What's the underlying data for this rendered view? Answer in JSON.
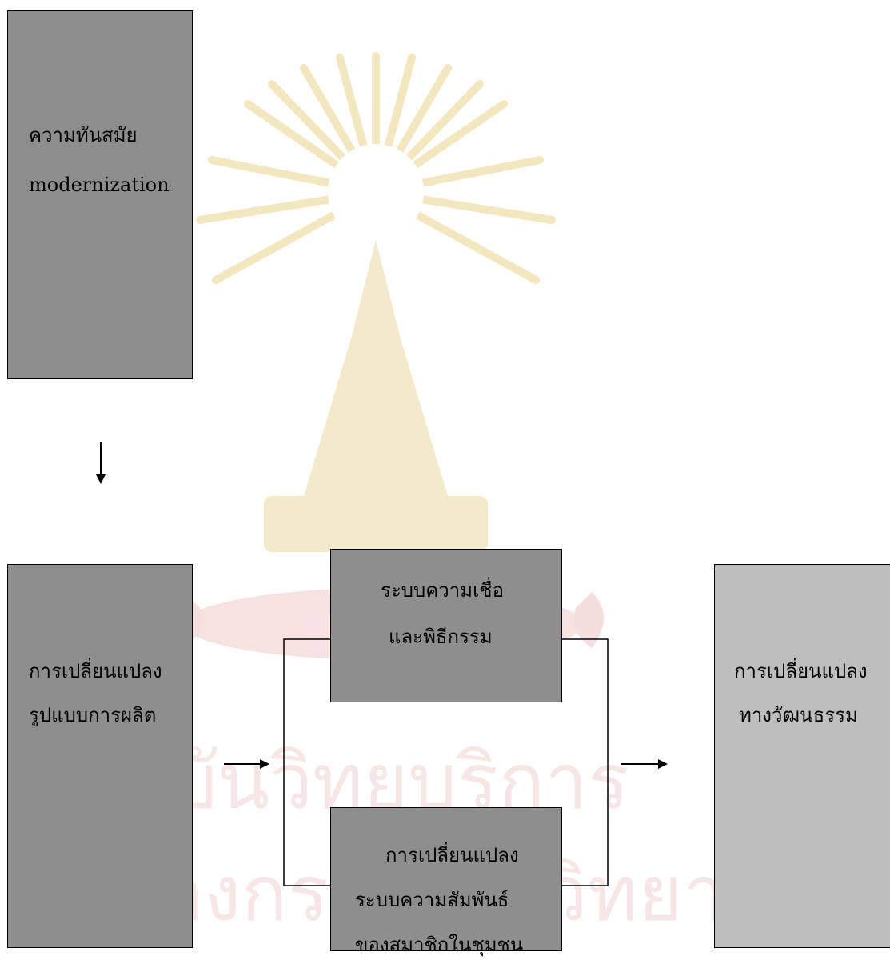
{
  "watermark": {
    "line1": "สถาบันวิทยบริการ",
    "line2": "จุฬาลงกรณ์มหาวิทยาลัย"
  },
  "nodes": {
    "modernization": {
      "line1": "ความทันสมัย",
      "line2": "modernization"
    },
    "production_change": {
      "line1": "การเปลี่ยนแปลง",
      "line2": "รูปแบบการผลิต"
    },
    "belief_ritual": {
      "line1": "ระบบความเชื่อ",
      "line2": "และพิธีกรรม"
    },
    "relationship_change": {
      "line1": "การเปลี่ยนแปลง",
      "line2": "ระบบความสัมพันธ์",
      "line3": "ของสมาชิกในชุมชน"
    },
    "cultural_change": {
      "line1": "การเปลี่ยนแปลง",
      "line2": "ทางวัฒนธรรม"
    }
  },
  "colors": {
    "box_dark": "#8e8e8e",
    "box_light": "#bebebe",
    "watermark_red": "#f3d6d6",
    "watermark_gold": "#f0e2b8"
  }
}
